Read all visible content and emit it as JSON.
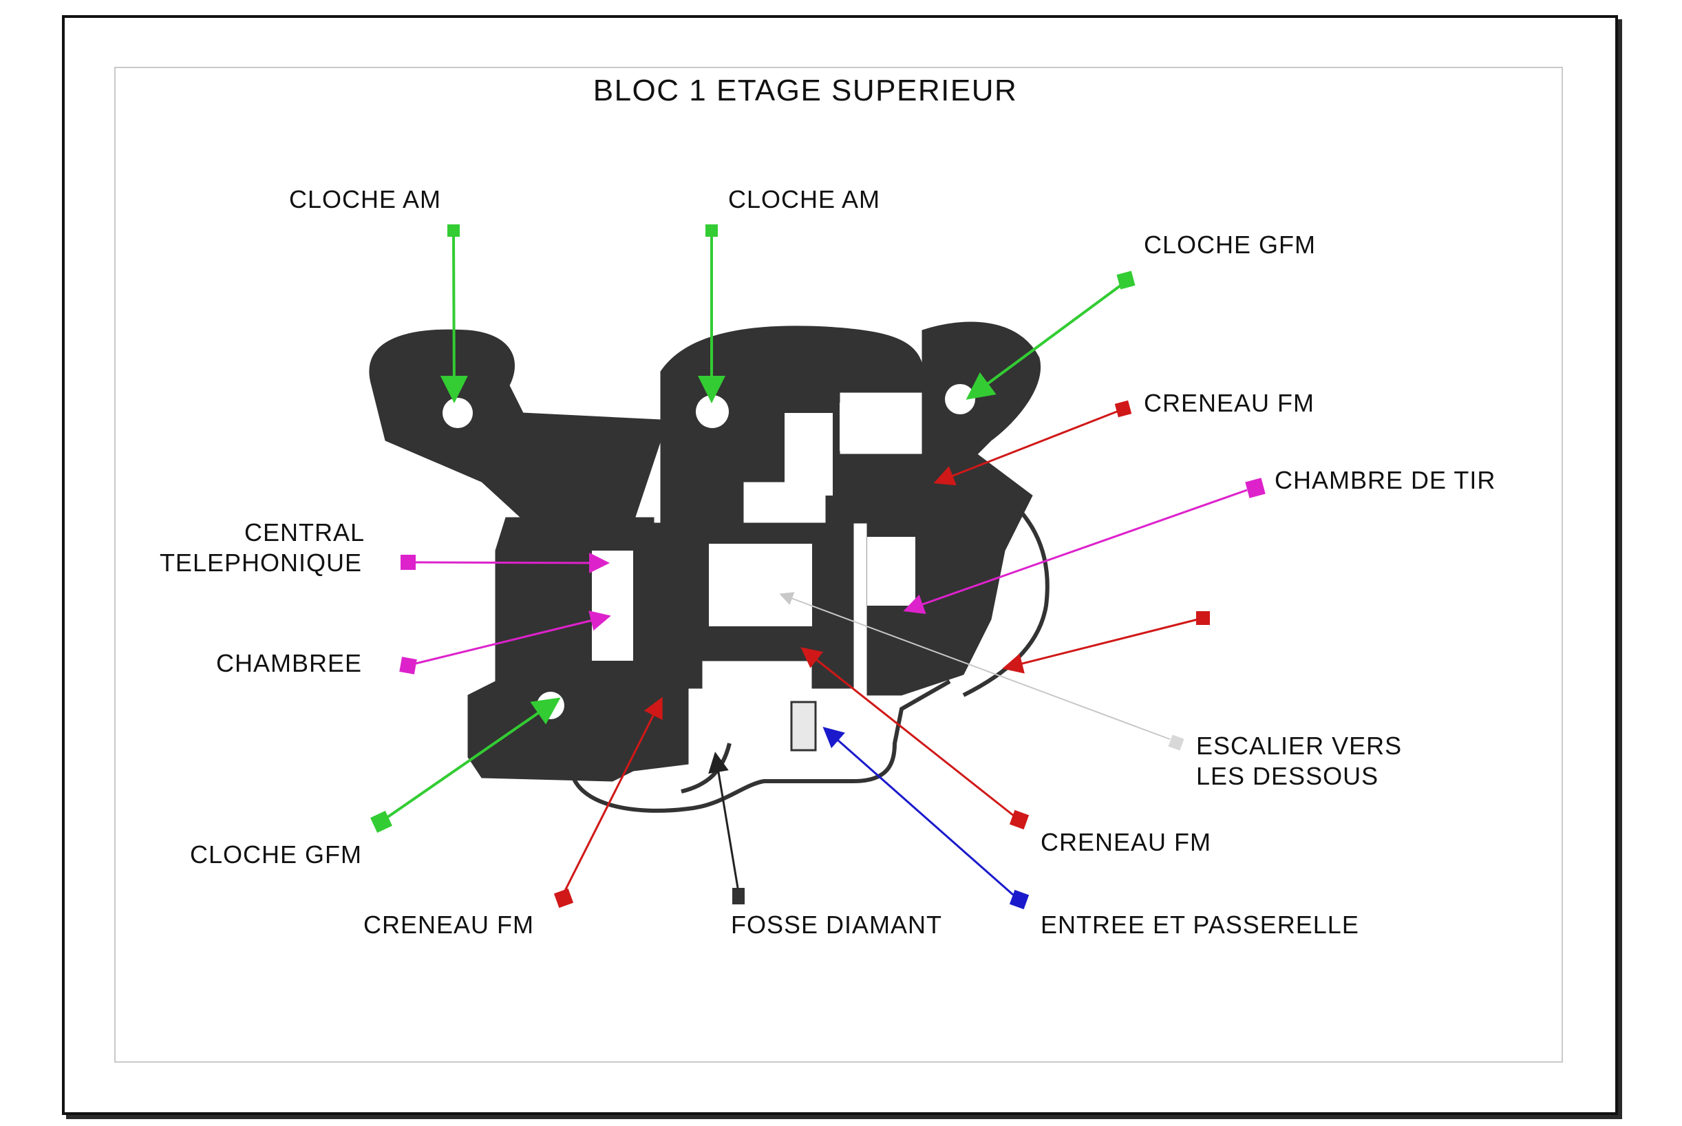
{
  "title": "BLOC 1 ETAGE SUPERIEUR",
  "colors": {
    "cloche": "#33cc33",
    "creneau": "#d01818",
    "chambre": "#dd22cc",
    "fosse": "#222222",
    "entree": "#1a1acc",
    "escalier": "#d0d0d0",
    "walls": "#333333"
  },
  "labels": {
    "cloche_am_1": "CLOCHE AM",
    "cloche_am_2": "CLOCHE AM",
    "cloche_gfm_1": "CLOCHE GFM",
    "creneau_fm_1": "CRENEAU FM",
    "chambre_de_tir": "CHAMBRE DE TIR",
    "central_line1": "CENTRAL",
    "central_line2": "TELEPHONIQUE",
    "chambree": "CHAMBREE",
    "escalier_line1": "ESCALIER VERS",
    "escalier_line2": "LES DESSOUS",
    "creneau_fm_2": "CRENEAU FM",
    "cloche_gfm_2": "CLOCHE GFM",
    "creneau_fm_3": "CRENEAU FM",
    "fosse_diamant": "FOSSE DIAMANT",
    "entree_passerelle": "ENTREE ET PASSERELLE"
  }
}
